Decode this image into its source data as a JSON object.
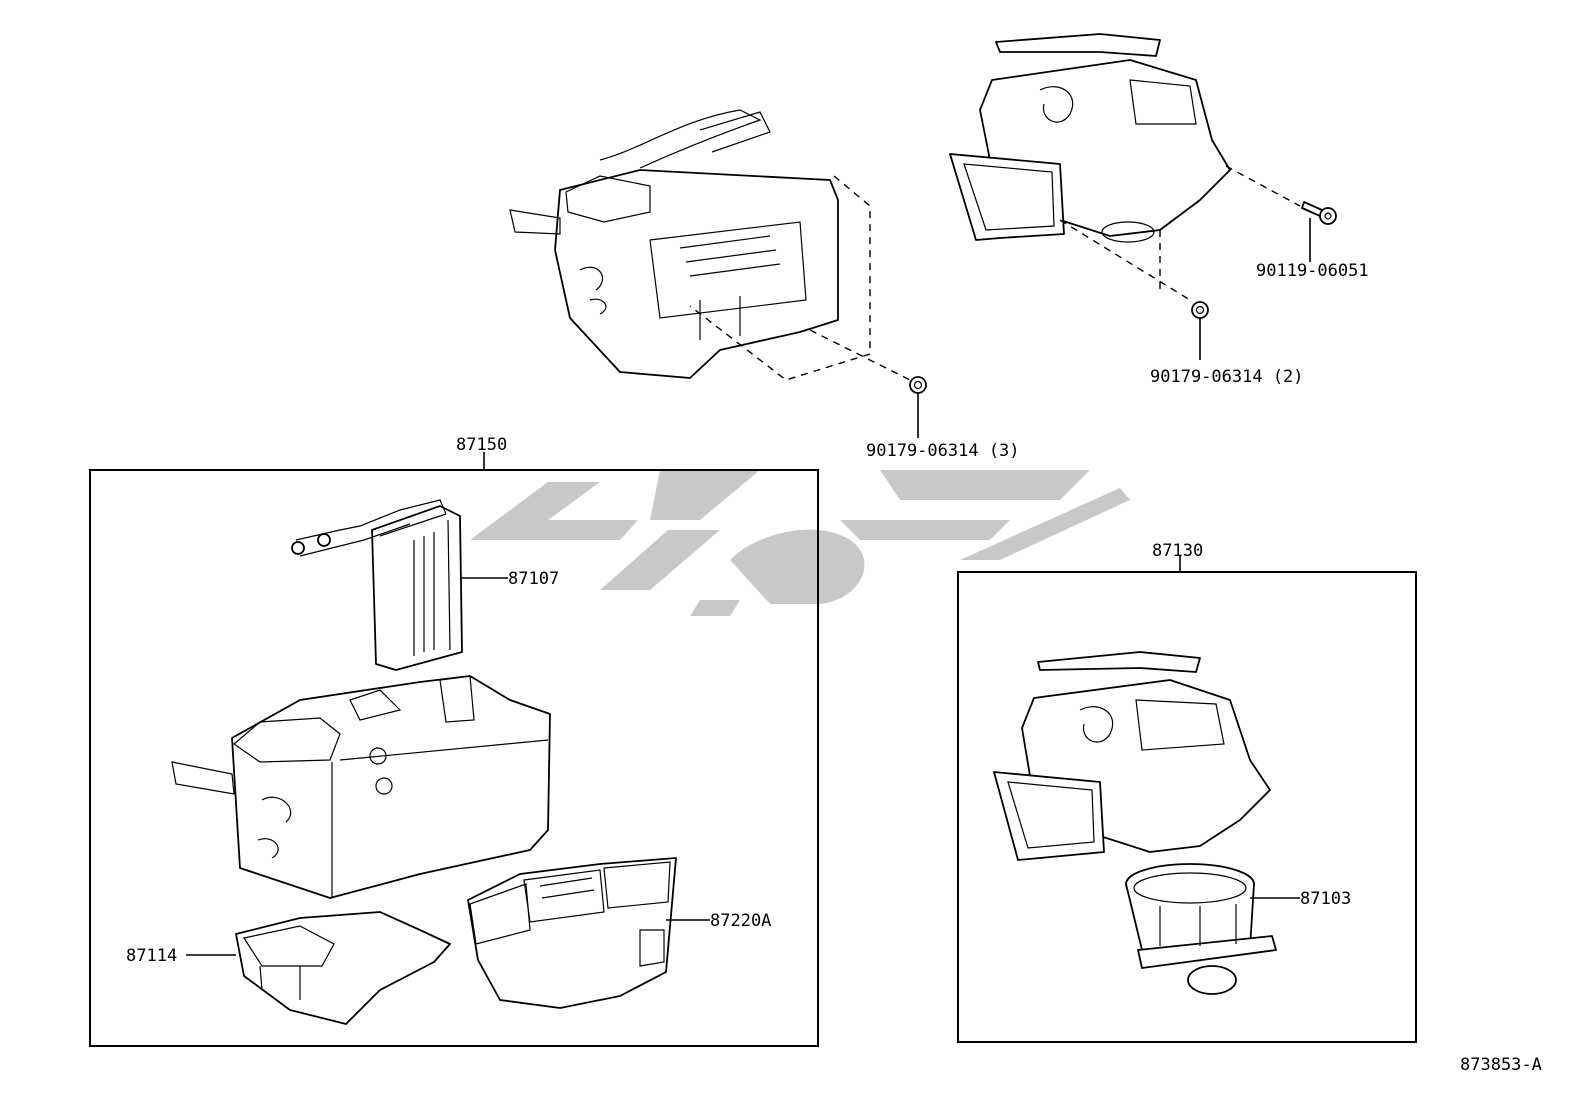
{
  "diagram": {
    "top_labels": {
      "nut_left": "90179-06314 (3)",
      "bolt": "90119-06051",
      "nut_right": "90179-06314 (2)"
    },
    "group_left": {
      "label": "87150",
      "parts": {
        "heater_core": "87107",
        "case": "87114",
        "damper_unit": "87220A"
      }
    },
    "group_right": {
      "label": "87130",
      "parts": {
        "blower_motor": "87103"
      }
    },
    "figure_number": "873853-A",
    "watermark_color": "#c8c8c8"
  }
}
